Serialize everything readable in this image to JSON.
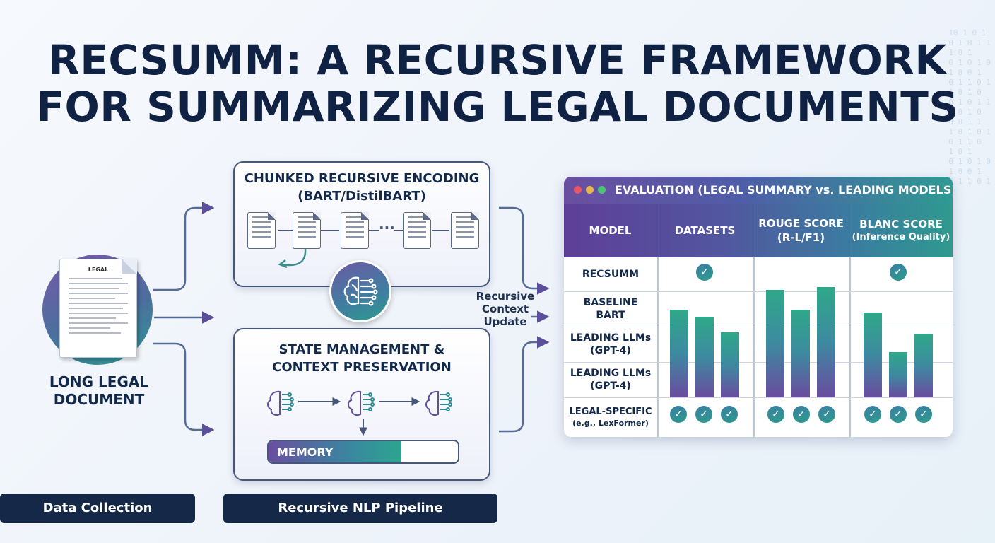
{
  "title": {
    "line1": "RECSUMM: A RECURSIVE FRAMEWORK",
    "line2": "FOR SUMMARIZING LEGAL DOCUMENTS"
  },
  "document": {
    "page_heading": "LEGAL",
    "label_line1": "LONG LEGAL",
    "label_line2": "DOCUMENT"
  },
  "chunked_encoding": {
    "title_line1": "CHUNKED RECURSIVE ENCODING",
    "title_line2": "(BART/DistilBART)",
    "ellipsis": "···"
  },
  "state_management": {
    "title_line1": "STATE MANAGEMENT &",
    "title_line2": "CONTEXT PRESERVATION",
    "memory_label": "MEMORY",
    "memory_fill": 0.7
  },
  "recursive_update": {
    "line1": "Recursive",
    "line2": "Context",
    "line3": "Update"
  },
  "stages": {
    "data_collection": "Data Collection",
    "pipeline": "Recursive NLP Pipeline"
  },
  "evaluation": {
    "title": "EVALUATION (LEGAL SUMMARY vs. LEADING MODELS)",
    "window_dot_colors": [
      "#e4566a",
      "#e8b64a",
      "#4fbf7a"
    ],
    "columns": [
      {
        "line1": "MODEL",
        "line2": ""
      },
      {
        "line1": "DATASETS",
        "line2": ""
      },
      {
        "line1": "ROUGE SCORE",
        "line2": "(R-L/F1)"
      },
      {
        "line1": "BLANC SCORE",
        "line2": "(Inference Quality)"
      }
    ],
    "rows": [
      {
        "line1": "RECSUMM",
        "line2": ""
      },
      {
        "line1": "BASELINE",
        "line2": "BART"
      },
      {
        "line1": "LEADING LLMs",
        "line2": "(GPT-4)"
      },
      {
        "line1": "LEADING LLMs",
        "line2": "(GPT-4)"
      },
      {
        "line1": "LEGAL-SPECIFIC",
        "line2": "(e.g., LexFormer)"
      }
    ],
    "bar_groups": [
      {
        "column": "DATASETS",
        "values": [
          0.62,
          0.57,
          0.46
        ]
      },
      {
        "column": "ROUGE SCORE",
        "values": [
          0.76,
          0.62,
          0.78
        ]
      },
      {
        "column": "BLANC SCORE",
        "values": [
          0.6,
          0.32,
          0.45
        ]
      }
    ],
    "check_glyph": "✓",
    "colors": {
      "accent_purple": "#6a4fa0",
      "accent_teal": "#2f9a92",
      "navy": "#152847"
    }
  }
}
